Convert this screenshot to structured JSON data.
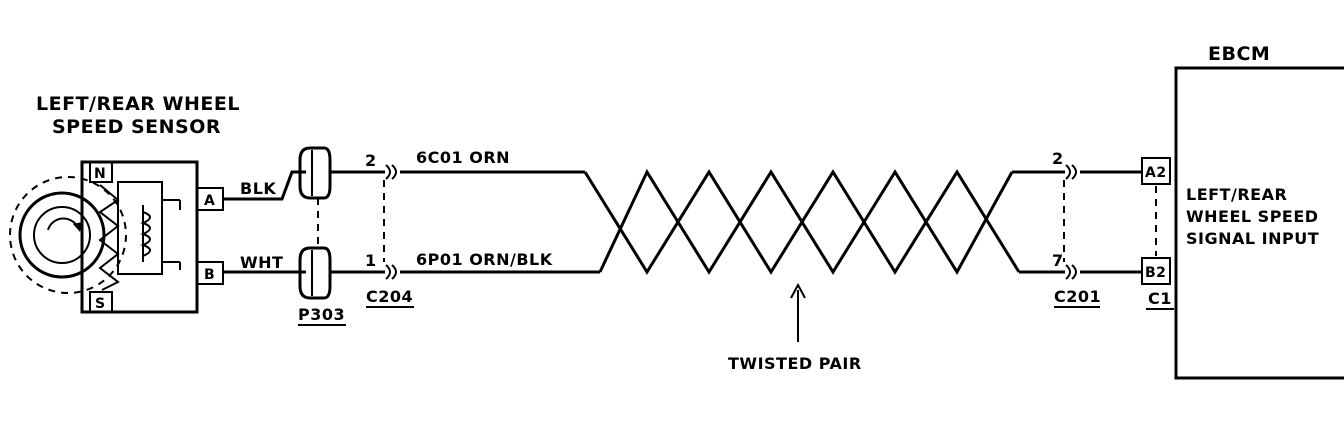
{
  "ebcm": {
    "title": "EBCM",
    "input_line1": "LEFT/REAR",
    "input_line2": "WHEEL SPEED",
    "input_line3": "SIGNAL INPUT",
    "pin_top": "A2",
    "pin_bottom": "B2",
    "connector": "C1"
  },
  "sensor": {
    "title_line1": "LEFT/REAR WHEEL",
    "title_line2": "SPEED SENSOR",
    "pole_n": "N",
    "pole_s": "S",
    "pin_a": "A",
    "pin_b": "B"
  },
  "wires": {
    "sensor_top_color": "BLK",
    "sensor_bottom_color": "WHT",
    "top_circuit": "6C01 ORN",
    "bottom_circuit": "6P01 ORN/BLK"
  },
  "connectors": {
    "p303_label": "P303",
    "c204_label": "C204",
    "c204_pin_top": "2",
    "c204_pin_bottom": "1",
    "c201_label": "C201",
    "c201_pin_top": "2",
    "c201_pin_bottom": "7"
  },
  "annotations": {
    "twisted_pair": "TWISTED PAIR"
  }
}
